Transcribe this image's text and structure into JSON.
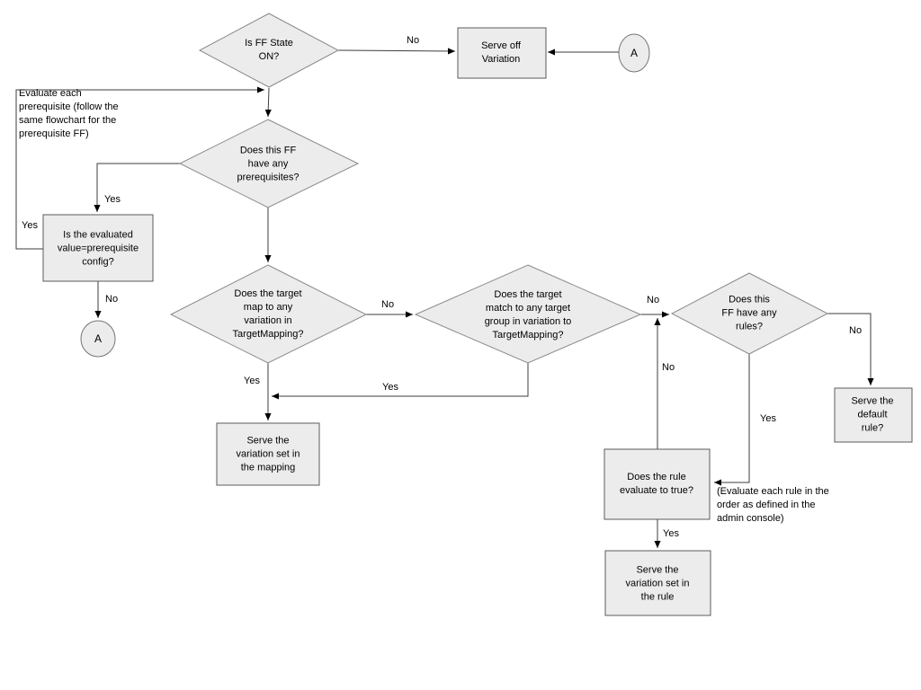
{
  "diagram": {
    "colors": {
      "background": "#ffffff",
      "shape_fill": "#ececec",
      "diamond_border": "#8a8a8a",
      "rect_border": "#5b5b5b",
      "line": "#3d3d3d",
      "text": "#000000"
    },
    "nodes": {
      "is_ff_state_on": "Is FF State\nON?",
      "serve_off_variation": "Serve off\nVariation",
      "connector_a_top": "A",
      "has_prerequisites": "Does this FF\nhave any\nprerequisites?",
      "prerequisite_value_check": "Is the evaluated\nvalue=prerequisite\nconfig?",
      "connector_a_left": "A",
      "target_mapping_check": "Does the target\nmap to any\nvariation in\nTargetMapping?",
      "target_group_check": "Does the target\nmatch to any target\ngroup in variation to\nTargetMapping?",
      "has_rules": "Does this\nFF have any\nrules?",
      "serve_mapping_variation": "Serve the\nvariation set in\nthe mapping",
      "serve_default_rule": "Serve the\ndefault rule?",
      "rule_evaluates_true": "Does the rule\nevaluate to true?",
      "serve_rule_variation": "Serve the\nvariation set in\nthe rule"
    },
    "annotations": {
      "prerequisite_note": "Evaluate each\nprerequisite (follow the\nsame flowchart for the\nprerequisite FF)",
      "rule_order_note": "(Evaluate each rule in the\norder as defined in the\nadmin console)"
    },
    "edge_labels": {
      "ff_off_no": "No",
      "prereq_match_yes": "Yes",
      "has_prereq_yes": "Yes",
      "prereq_match_no": "No",
      "mapping_no": "No",
      "mapping_yes": "Yes",
      "group_yes": "Yes",
      "group_no": "No",
      "has_rules_no": "No",
      "has_rules_yes": "Yes",
      "rule_eval_no": "No",
      "rule_eval_yes": "Yes"
    }
  }
}
